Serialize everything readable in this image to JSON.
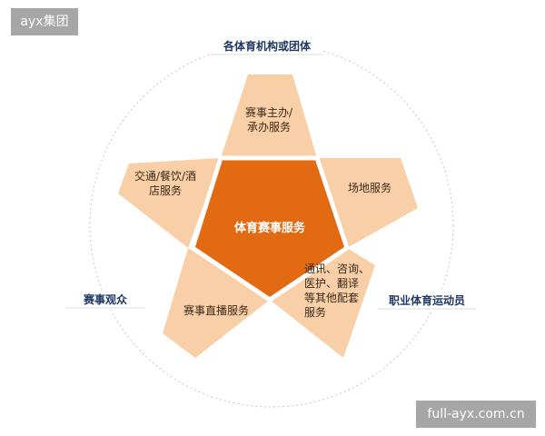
{
  "watermark": {
    "logo_text": "ayx集团",
    "site_url": "full-ayx.com.cn"
  },
  "colors": {
    "center": "#e26a12",
    "petal": "#f9cfa7",
    "ring": "#c8c8c8",
    "outer_text": "#1f3864"
  },
  "diagram": {
    "center_label": "体育赛事服务",
    "petals": [
      {
        "lines": [
          "赛事主办/",
          "承办服务"
        ]
      },
      {
        "lines": [
          "场地服务"
        ]
      },
      {
        "lines": [
          "通讯、咨询、",
          "医护、翻译",
          "等其他配套",
          "服务"
        ]
      },
      {
        "lines": [
          "赛事直播服务"
        ]
      },
      {
        "lines": [
          "交通/餐饮/酒",
          "店服务"
        ]
      }
    ],
    "outer_labels": {
      "top": "各体育机构或团体",
      "right": "职业体育运动员",
      "left": "赛事观众"
    }
  }
}
